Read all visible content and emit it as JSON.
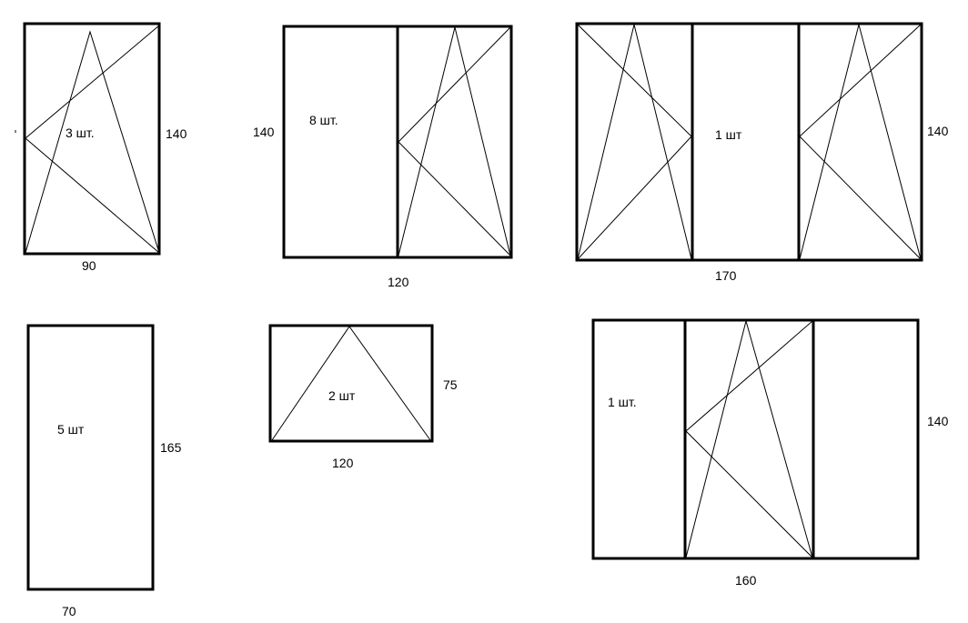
{
  "windows": [
    {
      "id": "w1",
      "count": "3 шт.",
      "width": "90",
      "height": "140"
    },
    {
      "id": "w2",
      "count": "8 шт.",
      "width": "120",
      "height": "140"
    },
    {
      "id": "w3",
      "count": "1 шт",
      "width": "170",
      "height": "140"
    },
    {
      "id": "w4",
      "count": "5 шт",
      "width": "70",
      "height": "165"
    },
    {
      "id": "w5",
      "count": "2 шт",
      "width": "120",
      "height": "75"
    },
    {
      "id": "w6",
      "count": "1 шт.",
      "width": "160",
      "height": "140"
    }
  ],
  "colors": {
    "line": "#000000",
    "background": "#ffffff"
  }
}
